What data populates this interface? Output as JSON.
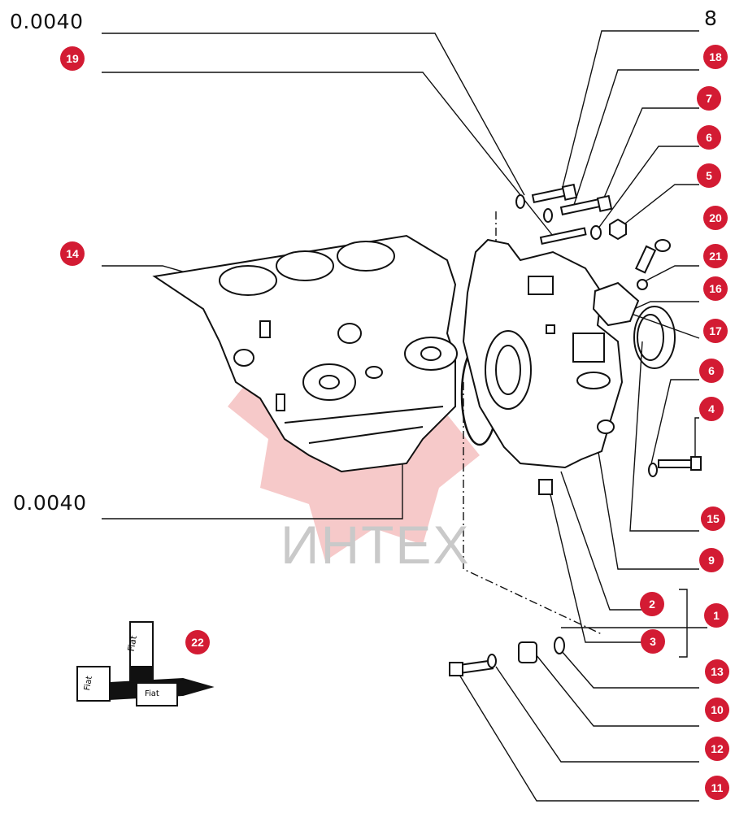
{
  "labels": {
    "ref_top": "0.0040",
    "ref_bottom": "0.0040",
    "ref_eight": "8"
  },
  "callouts": [
    "19",
    "18",
    "7",
    "6",
    "5",
    "20",
    "14",
    "21",
    "16",
    "17",
    "6",
    "4",
    "15",
    "9",
    "2",
    "1",
    "3",
    "13",
    "10",
    "12",
    "11",
    "22"
  ],
  "watermark": {
    "text": "ИНТЕХ"
  },
  "stamp_labels": [
    "Fiat",
    "Fiat",
    "Fiat"
  ],
  "colors": {
    "callout": "#d31b33",
    "line": "#111111",
    "watermark": "#e58a8a"
  }
}
